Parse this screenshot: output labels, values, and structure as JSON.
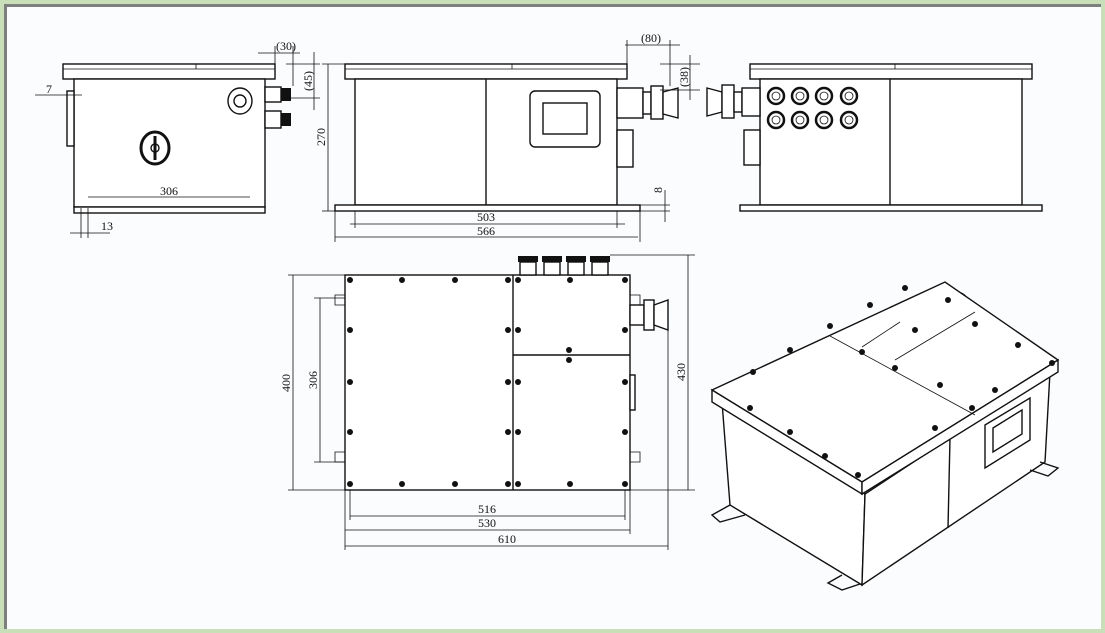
{
  "drawing": {
    "side_view_left": {
      "dims": {
        "flange_offset": "(30)",
        "gland_height": "(45)",
        "flap": "7",
        "foot_span": "306",
        "foot_hole": "13"
      }
    },
    "front_view": {
      "dims": {
        "height": "270",
        "connector_offset": "(80)",
        "connector_height": "(38)",
        "base_thickness": "8",
        "inner_span": "503",
        "base_length": "566"
      }
    },
    "top_view": {
      "dims": {
        "width": "400",
        "mount_span": "306",
        "overall_width": "430",
        "bolt_span": "516",
        "body_length": "530",
        "overall_length": "610"
      }
    },
    "colors": {
      "frame": "#c9dfba",
      "line": "#111111"
    }
  }
}
